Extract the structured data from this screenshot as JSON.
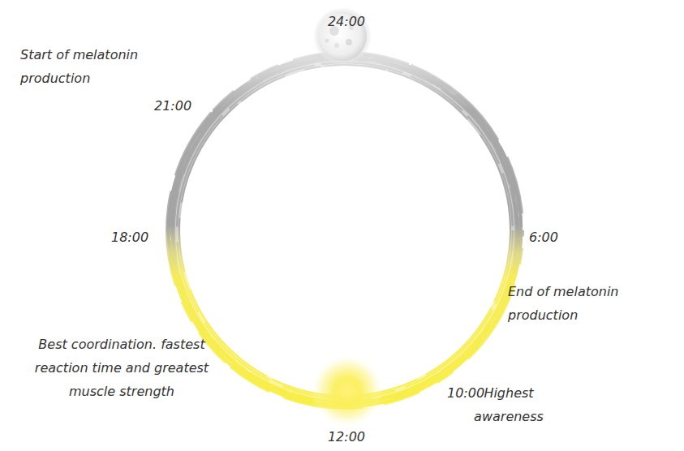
{
  "diagram": {
    "labels": [
      "24:00",
      "Start of melatonin production",
      "21:00",
      "18:00",
      "6:00",
      "End of melatonin production",
      "Best coordination. fastest reaction time and greatest muscle strength",
      "10:00",
      "Highest awareness",
      "12:00"
    ]
  }
}
